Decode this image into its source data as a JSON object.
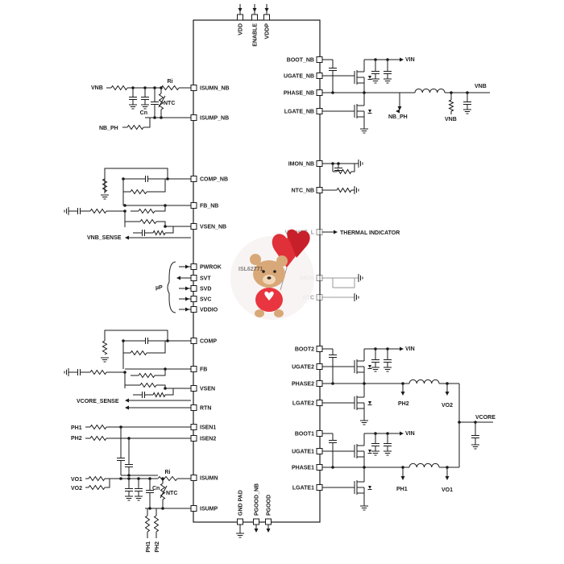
{
  "chip": {
    "left_pins": [
      "ISUMN_NB",
      "ISUMP_NB",
      "COMP_NB",
      "FB_NB",
      "VSEN_NB",
      "PWROK",
      "SVT",
      "SVD",
      "SVC",
      "VDDIO",
      "COMP",
      "FB",
      "VSEN",
      "RTN",
      "ISEN1",
      "ISEN2",
      "ISUMN",
      "ISUMP"
    ],
    "right_pins": [
      "BOOT_NB",
      "UGATE_NB",
      "PHASE_NB",
      "LGATE_NB",
      "IMON_NB",
      "NTC_NB",
      "VR_HOT_L",
      "IMON",
      "NTC",
      "BOOT2",
      "UGATE2",
      "PHASE2",
      "LGATE2",
      "BOOT1",
      "UGATE1",
      "PHASE1",
      "LGATE1"
    ],
    "top_pins": [
      "VDD",
      "ENABLE",
      "VDDP"
    ],
    "bottom_pins": [
      "GND PAD",
      "PGOOD_NB",
      "PGOOD"
    ]
  },
  "nets": {
    "vin_nb": "VIN",
    "vnb_out": "VNB",
    "vnb_bottom": "VNB",
    "nb_ph_right": "NB_PH",
    "vnb_left": "VNB",
    "nb_ph_left": "NB_PH",
    "vnb_sense": "VNB_SENSE",
    "thermal": "THERMAL INDICATOR",
    "up": "µP",
    "vcore_sense": "VCORE_SENSE",
    "vin_2": "VIN",
    "ph2": "PH2",
    "vo2": "VO2",
    "vcore": "VCORE",
    "vin_1": "VIN",
    "ph1": "PH1",
    "vo1": "VO1",
    "ph1_left": "PH1",
    "ph2_left": "PH2",
    "vo1_left": "VO1",
    "vo2_left": "VO2",
    "ph1_bottom": "PH1",
    "ph2_bottom": "PH2"
  },
  "components": {
    "ri_top": "Ri",
    "ntc_top": "NTC",
    "cn_top": "Cn",
    "ri_bottom": "Ri",
    "ntc_bottom": "NTC",
    "cn_bottom": "Cn"
  },
  "watermark": {
    "label": "ISL62771"
  },
  "colors": {
    "ink": "#1a1a1a",
    "balloon": "#e0303a",
    "bear_fur": "#d8a878",
    "bear_shirt": "#e8353f"
  }
}
